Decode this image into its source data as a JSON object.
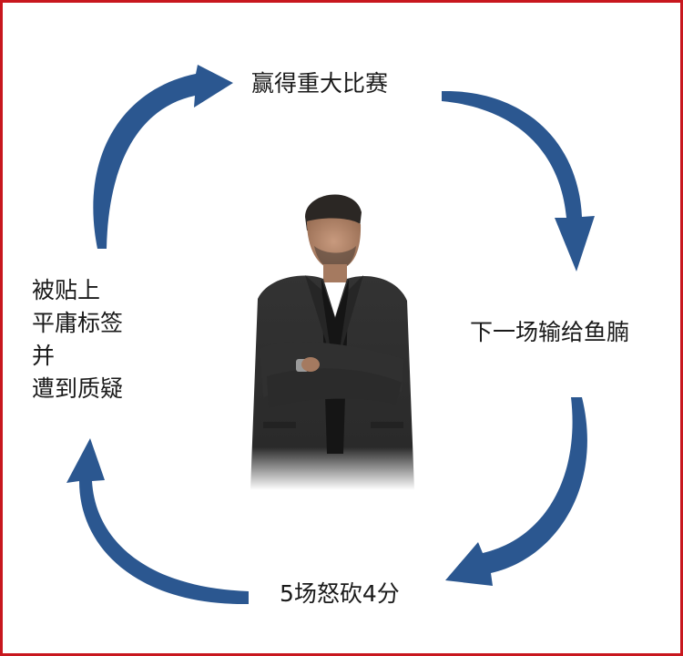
{
  "diagram": {
    "cycle_steps": [
      {
        "text": "赢得重大比赛"
      },
      {
        "text": "下一场输给鱼腩"
      },
      {
        "text": "5场怒砍4分"
      },
      {
        "lines": [
          "被贴上",
          "平庸标签",
          "并",
          "遭到质疑"
        ]
      }
    ]
  },
  "colors": {
    "frame_border": "#c8171e",
    "arrow": "#2b5790",
    "text": "#1a1a1a",
    "background": "#ffffff"
  },
  "image": {
    "subject": "coach-photo",
    "icon": "person-in-black-suit-arms-crossed"
  }
}
